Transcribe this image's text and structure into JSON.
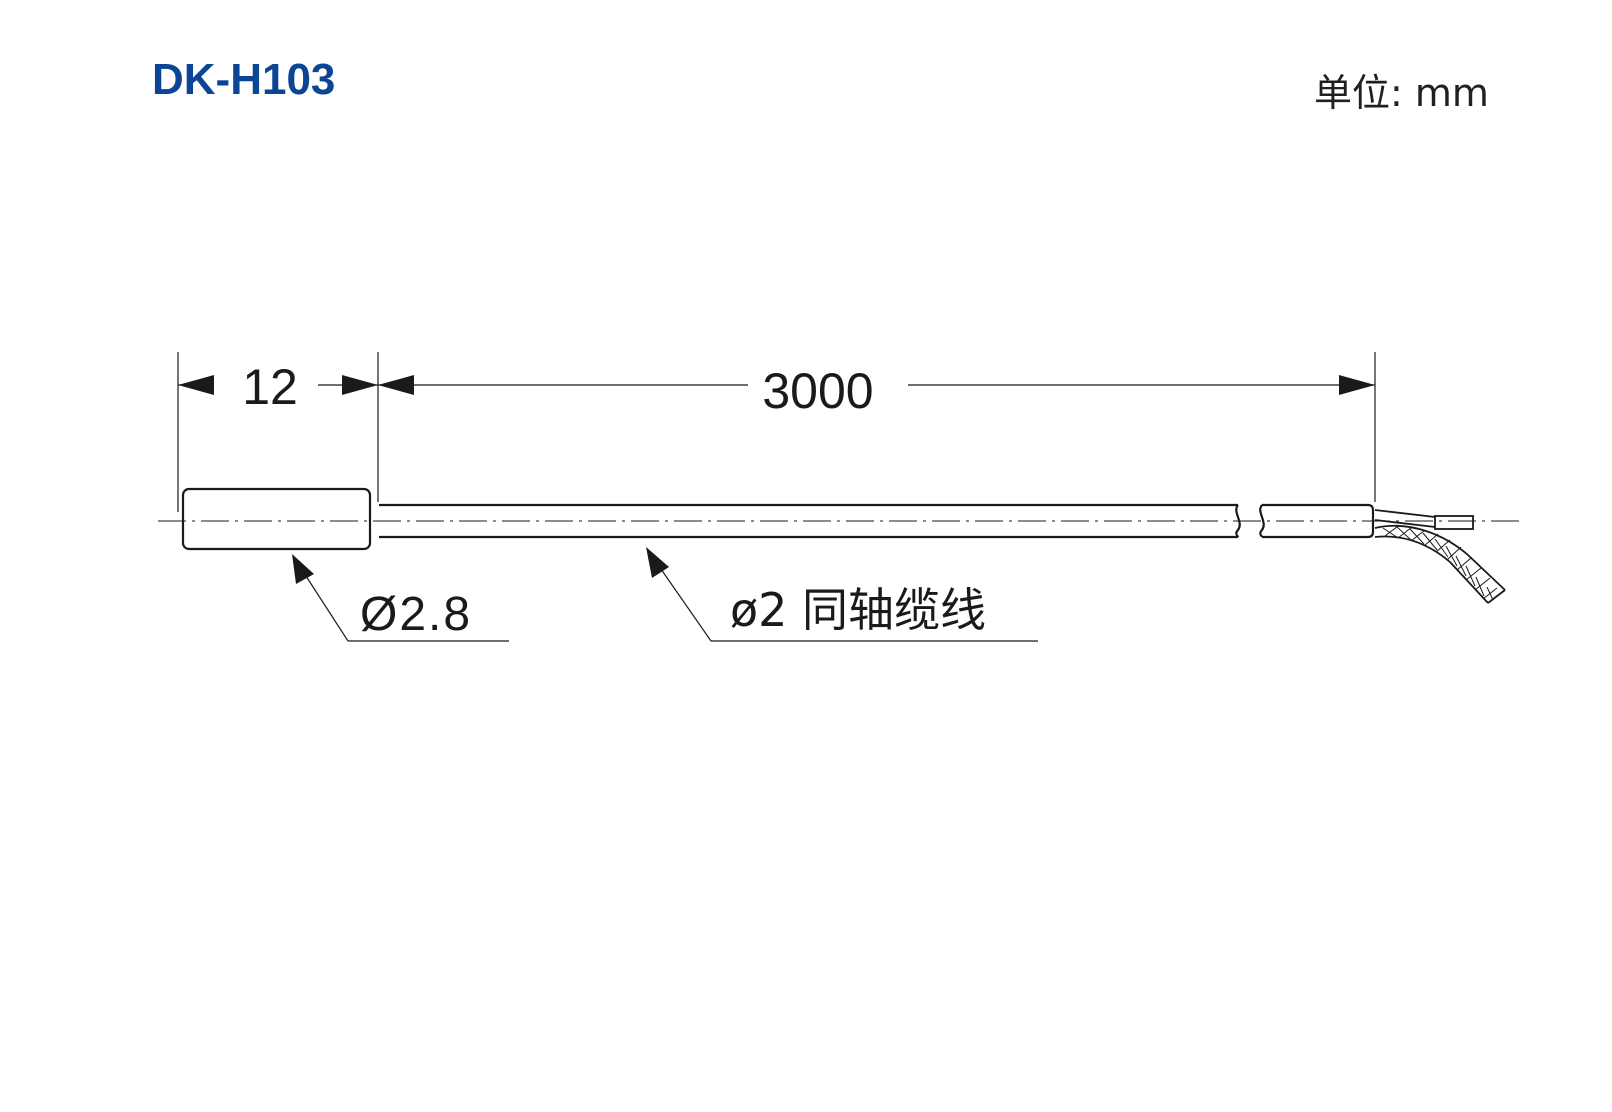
{
  "title": "DK-H103",
  "unit_label": "单位: mm",
  "dimensions": {
    "sensor_length": "12",
    "cable_length": "3000"
  },
  "callouts": {
    "sensor_diameter": "Ø2.8",
    "cable": "ø2 同轴缆线"
  },
  "colors": {
    "title": "#0d4596",
    "line": "#1a1a1a"
  }
}
